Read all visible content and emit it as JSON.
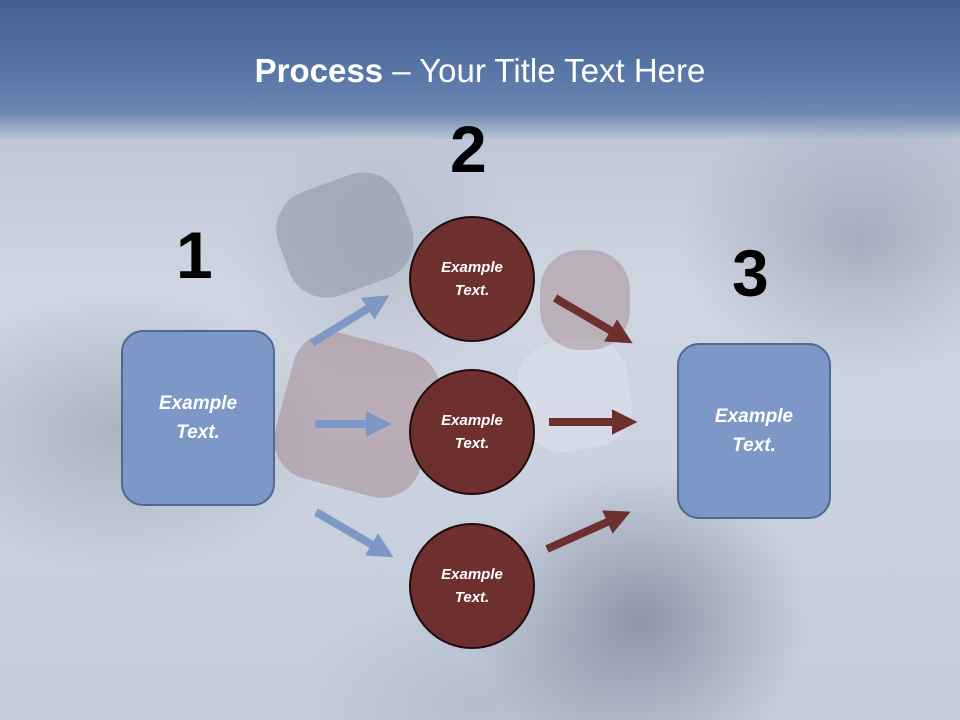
{
  "slide": {
    "title_bold": "Process",
    "title_rest": " – Your Title Text Here"
  },
  "steps": {
    "one": "1",
    "two": "2",
    "three": "3"
  },
  "left_box": {
    "line1": "Example",
    "line2": "Text."
  },
  "right_box": {
    "line1": "Example",
    "line2": "Text."
  },
  "circles": [
    {
      "line1": "Example",
      "line2": "Text."
    },
    {
      "line1": "Example",
      "line2": "Text."
    },
    {
      "line1": "Example",
      "line2": "Text."
    }
  ],
  "colors": {
    "blue_arrow": "#7d97c6",
    "red_arrow": "#6e302f",
    "circle_fill": "#6e302f",
    "box_fill": "#7d97c6"
  }
}
